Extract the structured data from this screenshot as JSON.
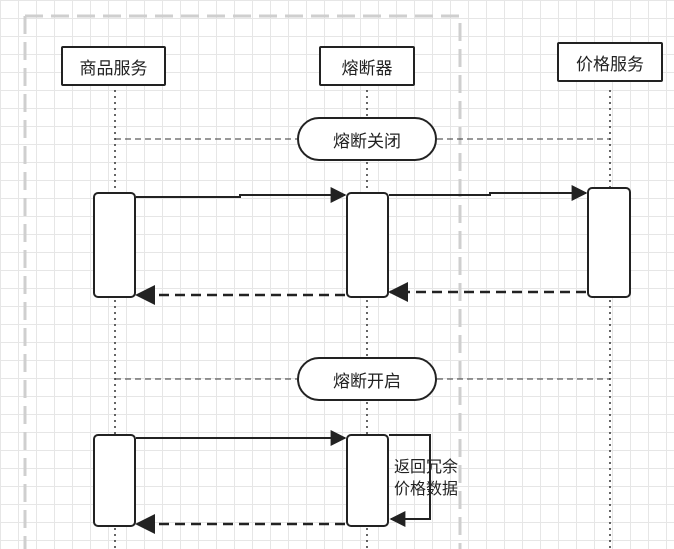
{
  "participants": [
    {
      "id": "goods",
      "label": "商品服务"
    },
    {
      "id": "breaker",
      "label": "熔断器"
    },
    {
      "id": "price",
      "label": "价格服务"
    }
  ],
  "states": {
    "closed": "熔断关闭",
    "open": "熔断开启"
  },
  "notes": {
    "fallback_line1": "返回冗余",
    "fallback_line2": "价格数据"
  }
}
